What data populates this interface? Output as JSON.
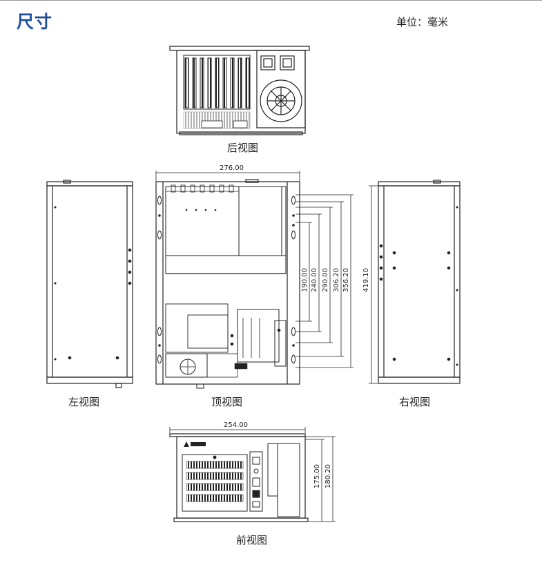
{
  "header": {
    "title": "尺寸",
    "unit": "单位：毫米"
  },
  "views": {
    "rear": "后视图",
    "left": "左视图",
    "top": "顶视图",
    "right": "右视图",
    "front": "前视图"
  },
  "dimensions": {
    "top_width": "276.00",
    "front_width": "254.00",
    "d190": "190.00",
    "d240": "240.00",
    "d290": "290.00",
    "d306": "306.20",
    "d356": "356.20",
    "d419": "419.10",
    "d175": "175.00",
    "d180": "180.20"
  },
  "colors": {
    "title": "#1d4e9c",
    "line": "#222222"
  }
}
